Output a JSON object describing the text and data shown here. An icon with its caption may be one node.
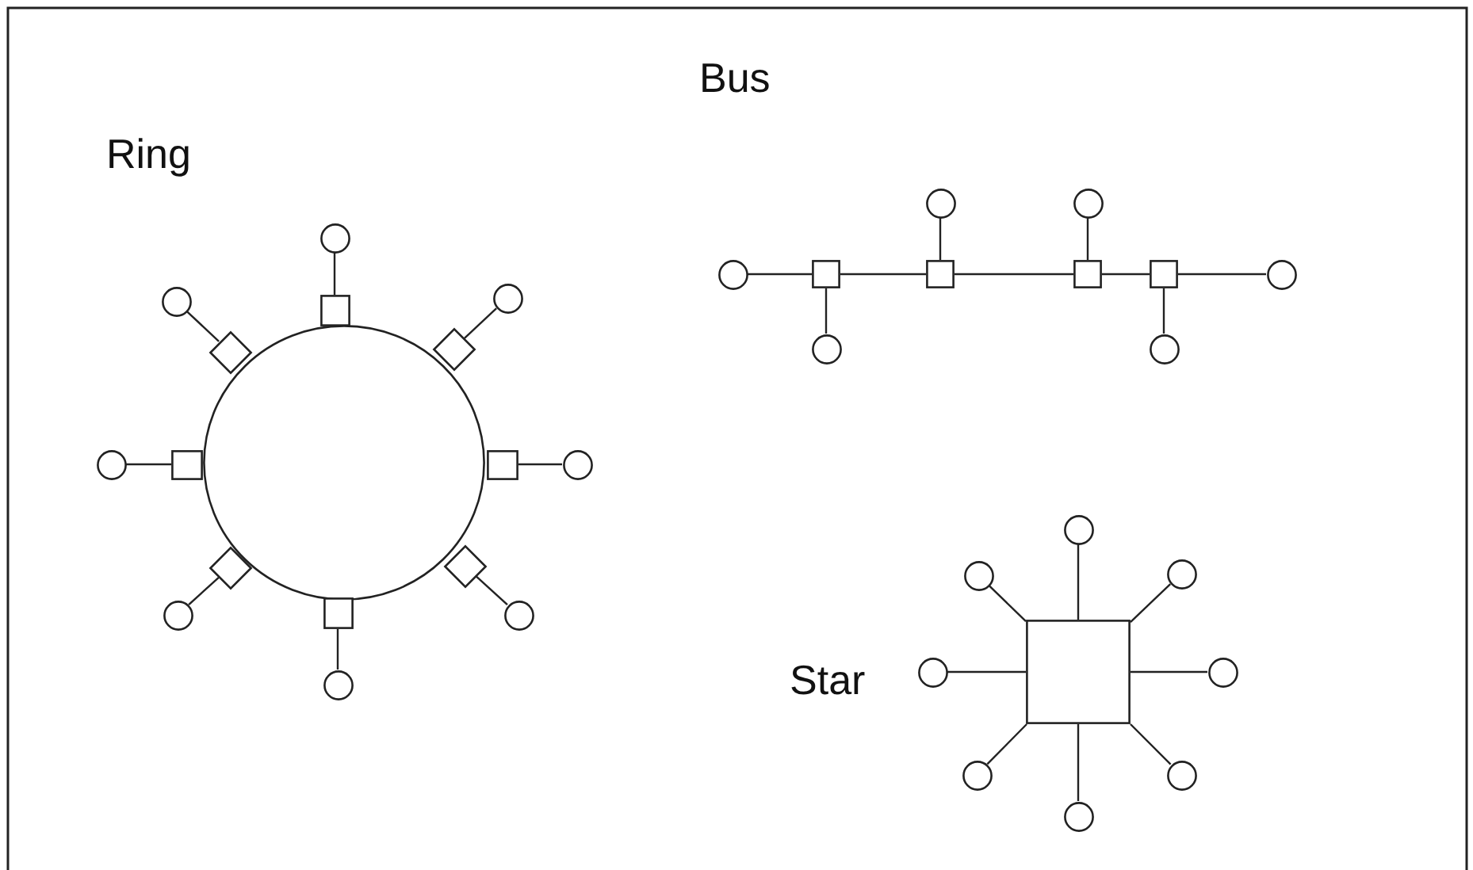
{
  "diagram": {
    "nodes": [
      {
        "text": [],
        "shape": "circle"
      },
      {
        "text": [],
        "shape": "box"
      },
      {
        "text": [],
        "shape": "diamond"
      },
      {
        "text": [],
        "shape": "box"
      },
      {
        "text": [],
        "shape": "diamond"
      },
      {
        "text": [],
        "shape": "box"
      },
      {
        "text": [],
        "shape": "diamond"
      },
      {
        "text": [],
        "shape": "box"
      },
      {
        "text": [],
        "shape": "diamond"
      },
      {
        "text": [],
        "shape": "circle"
      },
      {
        "text": [],
        "shape": "circle"
      },
      {
        "text": [],
        "shape": "circle"
      },
      {
        "text": [],
        "shape": "circle"
      },
      {
        "text": [],
        "shape": "circle"
      },
      {
        "text": [],
        "shape": "circle"
      },
      {
        "text": [],
        "shape": "circle"
      },
      {
        "text": [],
        "shape": "circle"
      },
      {
        "text": [],
        "shape": "circle"
      },
      {
        "text": [],
        "shape": "box"
      },
      {
        "text": [],
        "shape": "box"
      },
      {
        "text": [],
        "shape": "box"
      },
      {
        "text": [],
        "shape": "box"
      },
      {
        "text": [],
        "shape": "circle"
      },
      {
        "text": [],
        "shape": "circle"
      },
      {
        "text": [],
        "shape": "circle"
      },
      {
        "text": [],
        "shape": "circle"
      },
      {
        "text": [],
        "shape": "circle"
      },
      {
        "text": [],
        "shape": "box"
      },
      {
        "text": [],
        "shape": "circle"
      },
      {
        "text": [],
        "shape": "circle"
      },
      {
        "text": [],
        "shape": "circle"
      },
      {
        "text": [],
        "shape": "circle"
      },
      {
        "text": [],
        "shape": "circle"
      },
      {
        "text": [],
        "shape": "circle"
      },
      {
        "text": [],
        "shape": "circle"
      },
      {
        "text": [],
        "shape": "circle"
      }
    ],
    "edges": [
      {
        "from": 9,
        "to": 1,
        "arrow": "none"
      },
      {
        "from": 10,
        "to": 2,
        "arrow": "none"
      },
      {
        "from": 11,
        "to": 3,
        "arrow": "none"
      },
      {
        "from": 12,
        "to": 4,
        "arrow": "none"
      },
      {
        "from": 13,
        "to": 5,
        "arrow": "none"
      },
      {
        "from": 14,
        "to": 6,
        "arrow": "none"
      },
      {
        "from": 15,
        "to": 7,
        "arrow": "none"
      },
      {
        "from": 16,
        "to": 8,
        "arrow": "none"
      },
      {
        "from": 17,
        "to": 18,
        "arrow": "none"
      },
      {
        "from": 18,
        "to": 19,
        "arrow": "none"
      },
      {
        "from": 19,
        "to": 20,
        "arrow": "none"
      },
      {
        "from": 20,
        "to": 21,
        "arrow": "none"
      },
      {
        "from": 21,
        "to": 22,
        "arrow": "none"
      },
      {
        "from": 23,
        "to": 19,
        "arrow": "none"
      },
      {
        "from": 24,
        "to": 20,
        "arrow": "none"
      },
      {
        "from": 25,
        "to": 18,
        "arrow": "none"
      },
      {
        "from": 26,
        "to": 21,
        "arrow": "none"
      },
      {
        "from": 27,
        "to": 28,
        "arrow": "none"
      },
      {
        "from": 27,
        "to": 29,
        "arrow": "none"
      },
      {
        "from": 27,
        "to": 30,
        "arrow": "none"
      },
      {
        "from": 27,
        "to": 31,
        "arrow": "none"
      },
      {
        "from": 27,
        "to": 32,
        "arrow": "none"
      },
      {
        "from": 27,
        "to": 33,
        "arrow": "none"
      },
      {
        "from": 27,
        "to": 34,
        "arrow": "none"
      },
      {
        "from": 27,
        "to": 35,
        "arrow": "none"
      }
    ],
    "labels": [
      "Bus",
      "Ring",
      "Star"
    ]
  }
}
